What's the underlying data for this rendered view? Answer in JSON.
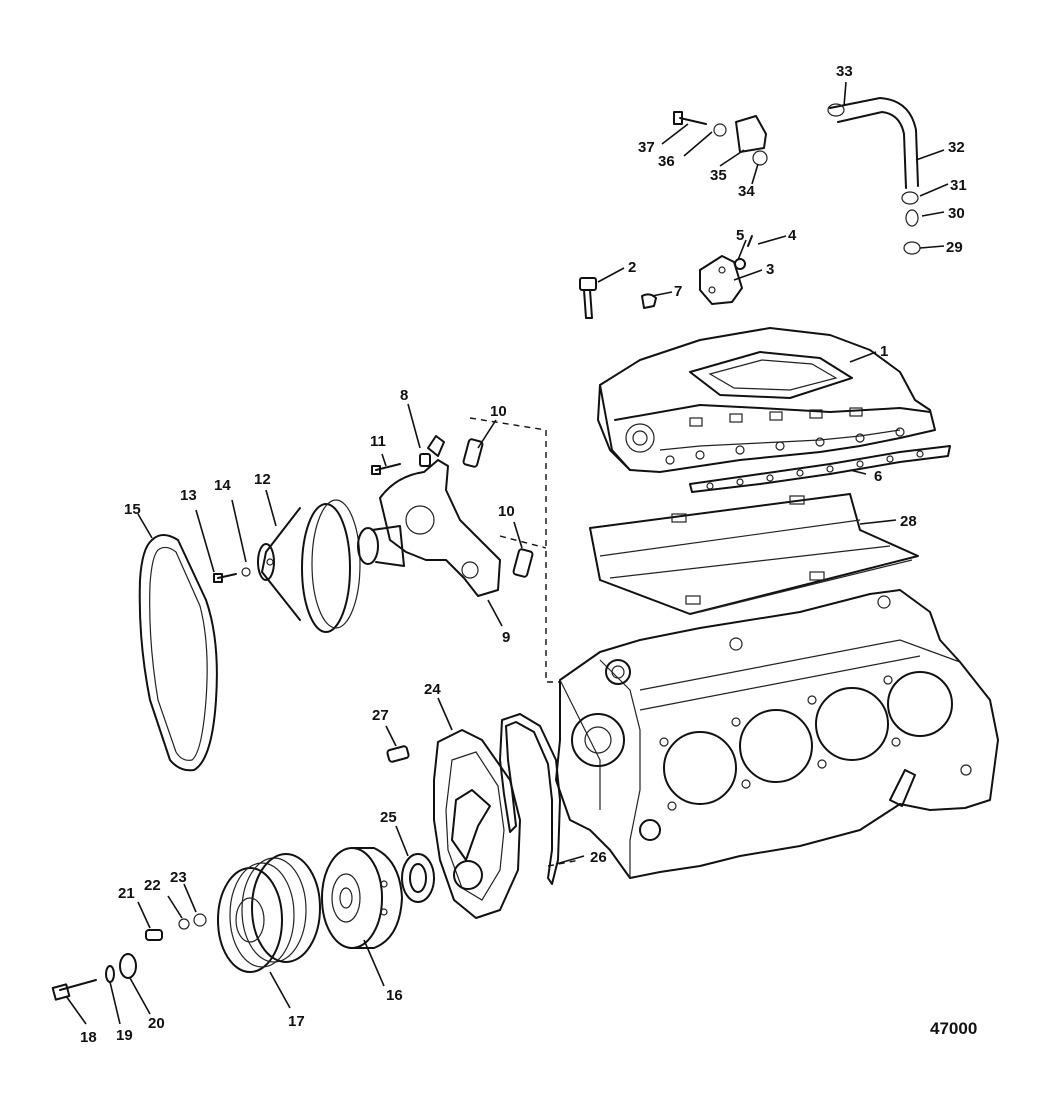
{
  "diagram": {
    "reference_number": "47000",
    "callouts": [
      "1",
      "2",
      "3",
      "4",
      "5",
      "6",
      "7",
      "8",
      "9",
      "10",
      "10",
      "11",
      "12",
      "13",
      "14",
      "15",
      "16",
      "17",
      "18",
      "19",
      "20",
      "21",
      "22",
      "23",
      "24",
      "25",
      "26",
      "27",
      "28",
      "29",
      "30",
      "31",
      "32",
      "33",
      "34",
      "35",
      "36",
      "37"
    ]
  }
}
